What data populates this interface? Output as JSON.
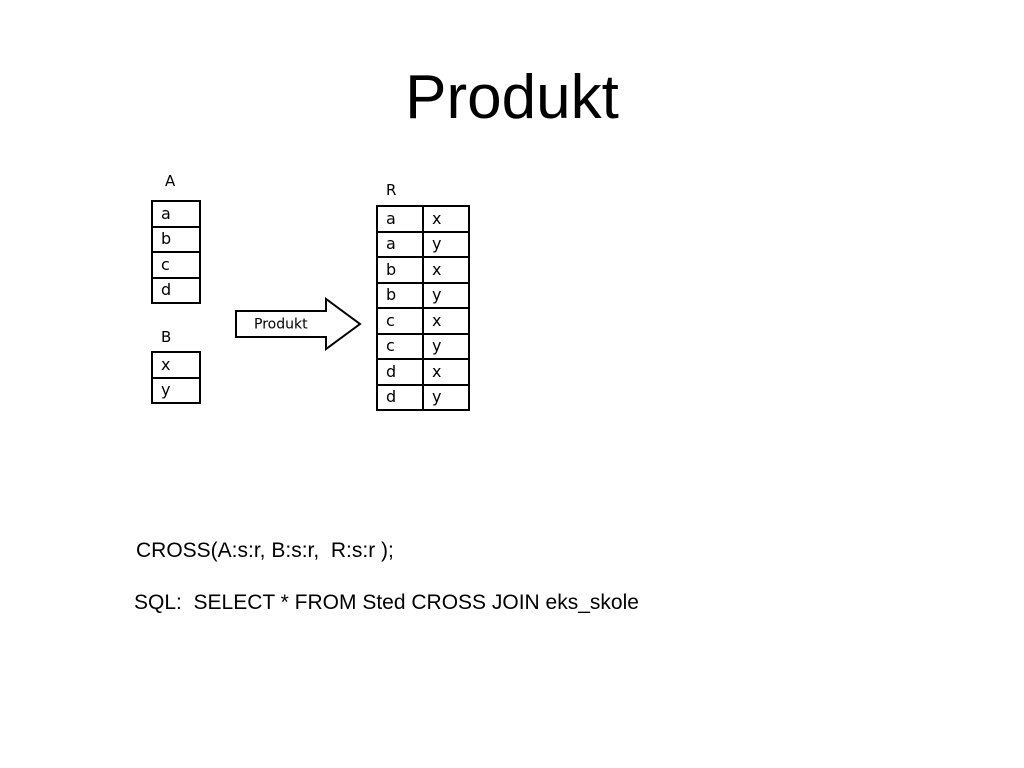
{
  "title": "Produkt",
  "table_a": {
    "label": "A",
    "rows": [
      "a",
      "b",
      "c",
      "d"
    ]
  },
  "table_b": {
    "label": "B",
    "rows": [
      "x",
      "y"
    ]
  },
  "arrow": {
    "label": "Produkt"
  },
  "table_r": {
    "label": "R",
    "rows": [
      [
        "a",
        "x"
      ],
      [
        "a",
        "y"
      ],
      [
        "b",
        "x"
      ],
      [
        "b",
        "y"
      ],
      [
        "c",
        "x"
      ],
      [
        "c",
        "y"
      ],
      [
        "d",
        "x"
      ],
      [
        "d",
        "y"
      ]
    ]
  },
  "cross_statement": "CROSS(A:s:r, B:s:r,  R:s:r );",
  "sql_statement": "SQL:  SELECT * FROM Sted CROSS JOIN eks_skole"
}
